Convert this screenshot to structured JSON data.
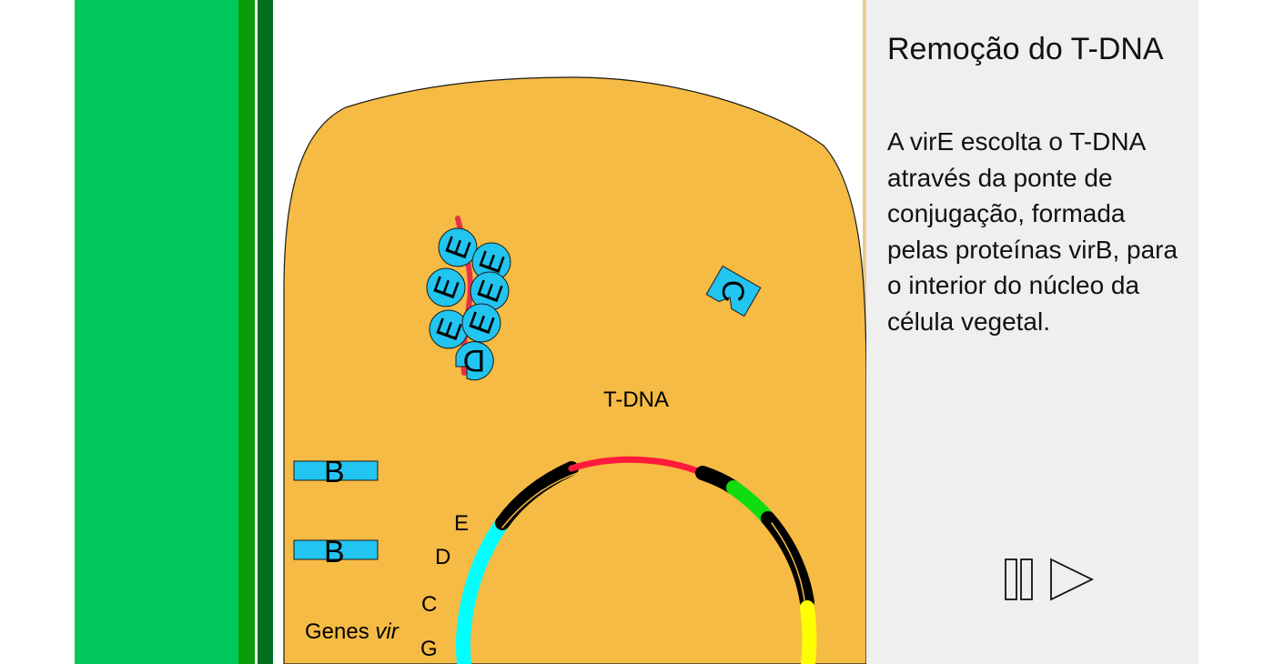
{
  "colors": {
    "leaf_green": "#00c85a",
    "dark_green": "#0a9a0a",
    "deep_green": "#006e1e",
    "cell": "#f5bb44",
    "cell_edge": "#1a1a1a",
    "protein": "#22c4f0",
    "tdna_strand": "#e8304a",
    "plasmid_black": "#000000",
    "plasmid_red": "#ff1a3c",
    "plasmid_green": "#10dd10",
    "plasmid_yellow": "#ffff00",
    "plasmid_cyan": "#00ffff",
    "panel_bg": "#efefef",
    "conjugation_bridge": "#e9cc92"
  },
  "panel": {
    "title": "Remoção do T-DNA",
    "body": "A virE escolta o T-DNA através da ponte de conjugação, formada pelas proteínas virB, para o interior do núcleo da célula vegetal."
  },
  "diagram": {
    "tdna_label": "T-DNA",
    "genes_label": "Genes ",
    "genes_label_italic": "vir",
    "vir_genes": [
      "E",
      "D",
      "C",
      "G"
    ],
    "virE_proteins": [
      "E",
      "E",
      "E",
      "E",
      "E",
      "E"
    ],
    "virD_protein": "D",
    "virC_protein": "C",
    "virB_proteins": [
      "B",
      "B"
    ]
  },
  "controls": {
    "pause_icon": "pause-icon",
    "play_icon": "play-icon"
  }
}
